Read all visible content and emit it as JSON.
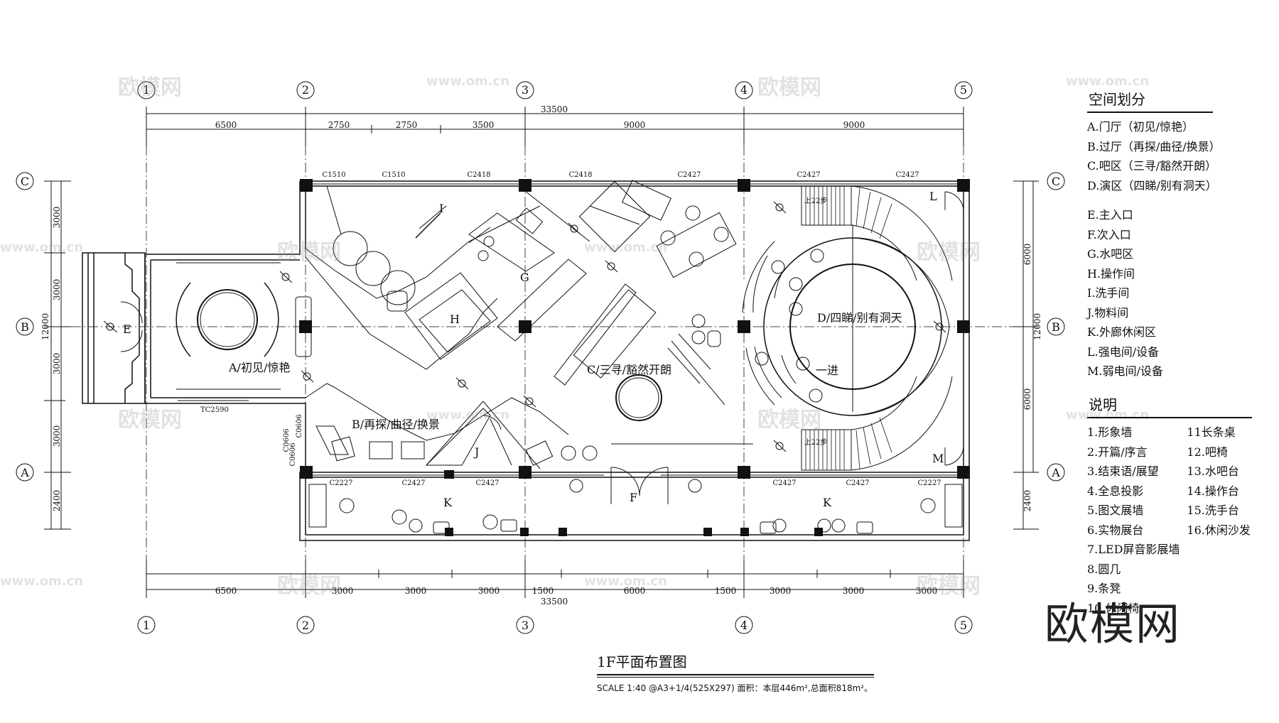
{
  "grid": {
    "columns": [
      "1",
      "2",
      "3",
      "4",
      "5"
    ],
    "rows": [
      "C",
      "B",
      "A"
    ]
  },
  "dimensions": {
    "top_total": "33500",
    "top_segments": [
      "6500",
      "2750",
      "2750",
      "3500",
      "9000",
      "9000"
    ],
    "bottom_total": "33500",
    "bottom_segments": [
      "6500",
      "3000",
      "3000",
      "3000",
      "1500",
      "6000",
      "1500",
      "3000",
      "3000",
      "3000"
    ],
    "left_total": "12000",
    "left_segments": [
      "3000",
      "3000",
      "3000",
      "3000",
      "2400"
    ],
    "right_total": "12000",
    "right_segments": [
      "6000",
      "6000",
      "2400"
    ]
  },
  "windows": {
    "top": [
      "C1510",
      "C1510",
      "C2418",
      "C2418",
      "C2427",
      "C2427",
      "C2427"
    ],
    "bottom": [
      "C2227",
      "C2427",
      "C2427",
      "C2427",
      "C2427",
      "C2227"
    ],
    "left": [
      "TC2590"
    ],
    "side": [
      "C0606",
      "C0606",
      "C0606"
    ]
  },
  "stairs": [
    "上22步",
    "上22步"
  ],
  "zone_labels": {
    "a": "A/初见/惊艳",
    "b": "B/再探/曲径/换景",
    "c": "C/三寻/豁然开朗",
    "d": "D/四睇/别有洞天",
    "e": "E",
    "f": "F",
    "g": "G",
    "h": "H",
    "i": "I",
    "j": "J",
    "k": "K",
    "l": "L",
    "m": "M",
    "yijin": "一进"
  },
  "zones_legend": {
    "title": "空间划分",
    "group1": [
      "A.门厅（初见/惊艳）",
      "B.过厅（再探/曲径/换景）",
      "C.吧区（三寻/豁然开朗）",
      "D.演区（四睇/别有洞天）"
    ],
    "group2": [
      "E.主入口",
      "F.次入口",
      "G.水吧区",
      "H.操作间",
      "I.洗手间",
      "J.物料间",
      "K.外廊休闲区",
      "L.强电间/设备",
      "M.弱电间/设备"
    ]
  },
  "notes_legend": {
    "title": "说明",
    "col1": [
      "1.形象墙",
      "2.开篇/序言",
      "3.结束语/展望",
      "4.全息投影",
      "5.图文展墙",
      "6.实物展台",
      "7.LED屏音影展墙",
      "8.圆几",
      "9.条凳",
      "10.休闲椅"
    ],
    "col2": [
      "11长条桌",
      "12.吧椅",
      "13.水吧台",
      "14.操作台",
      "15.洗手台",
      "16.休闲沙发"
    ]
  },
  "drawing": {
    "title": "1F平面布置图",
    "scale": "SCALE  1:40  @A3+1/4(525X297)  面积：本层446m²,总面积818m²。"
  },
  "brand": "欧模网",
  "watermarks": [
    "欧模网",
    "www.om.cn"
  ]
}
